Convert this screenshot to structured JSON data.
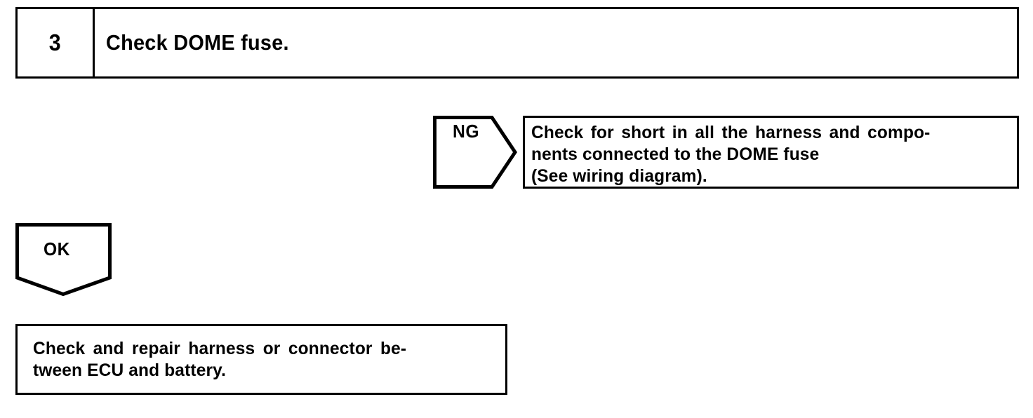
{
  "page": {
    "background_color": "#ffffff",
    "ink_color": "#000000"
  },
  "step": {
    "number": "3",
    "title": "Check DOME fuse."
  },
  "branches": {
    "ng": {
      "label": "NG",
      "connector_shape": "right-pointing-pentagon-arrow",
      "result_lines": [
        "Check for short in all the harness and compo-",
        "nents connected to the DOME fuse",
        "(See wiring diagram)."
      ]
    },
    "ok": {
      "label": "OK",
      "connector_shape": "down-pointing-pentagon-arrow",
      "result_lines": [
        "Check and repair harness or connector be-",
        "tween ECU and battery."
      ]
    }
  }
}
